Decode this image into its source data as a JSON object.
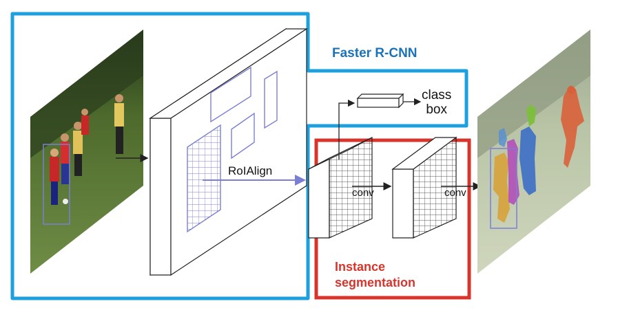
{
  "diagram": {
    "faster_rcnn_label": "Faster R-CNN",
    "class_label": "class",
    "box_label": "box",
    "roialign_label": "RoIAlign",
    "conv_label_1": "conv",
    "conv_label_2": "conv",
    "instance_label_line1": "Instance",
    "instance_label_line2": "segmentation"
  },
  "colors": {
    "faster_rcnn_outline": "#1ea0df",
    "mask_head_outline": "#d9342b",
    "faster_rcnn_text": "#1a73b8",
    "mask_text": "#d9342b",
    "roi_box": "#7b7fd4",
    "grass": "#5f7d3a",
    "sky": "#2f4a22"
  }
}
